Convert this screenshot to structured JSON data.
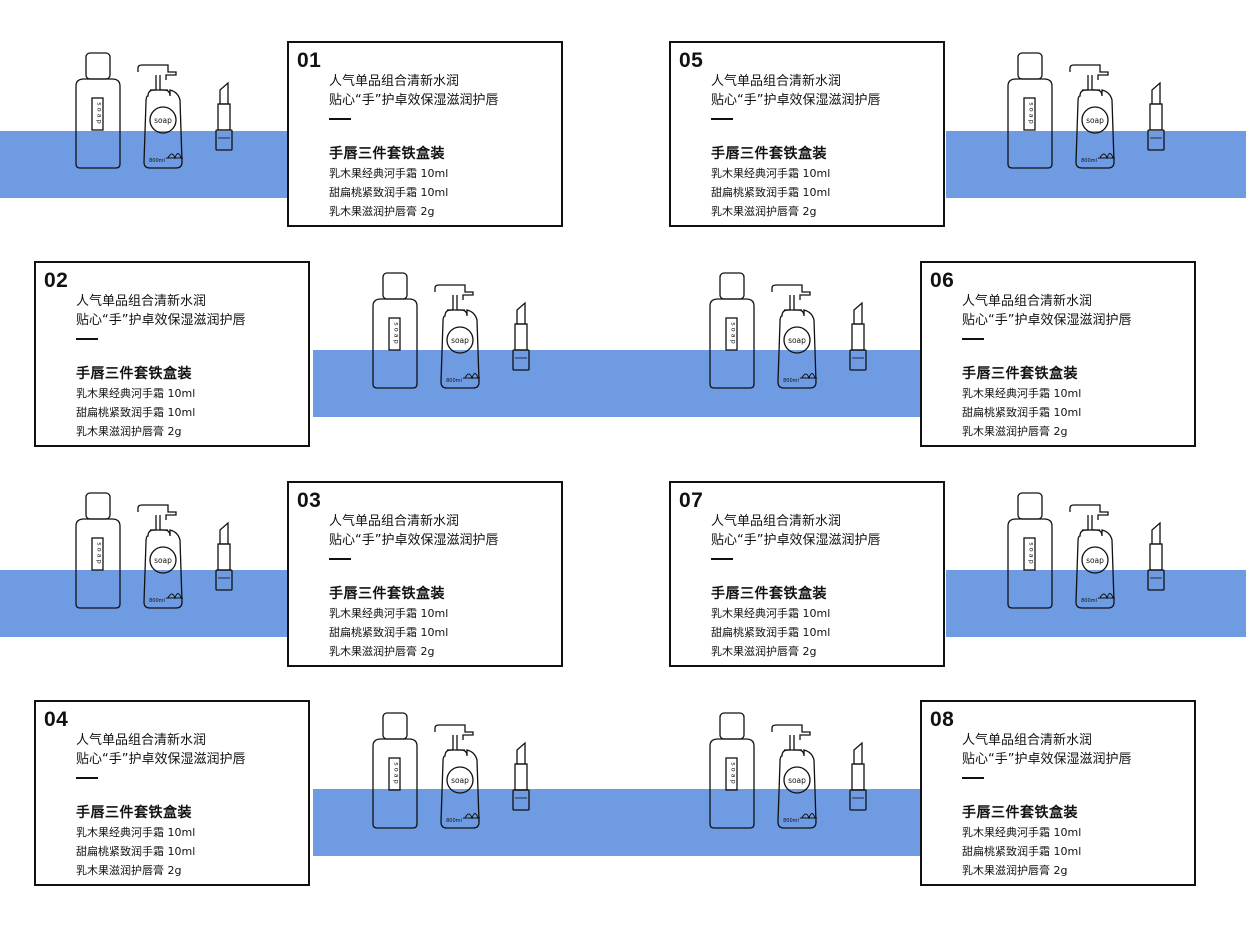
{
  "accent_color": "#6f9be2",
  "cards": [
    {
      "num": "01",
      "line1": "人气单品组合清新水润",
      "line2": "贴心“手”护卓效保湿滋润护唇",
      "separator": "——",
      "title": "手唇三件套铁盒装",
      "items": [
        "乳木果经典河手霜 10ml",
        "甜扁桃紧致润手霜 10ml",
        "乳木果滋润护唇膏 2g"
      ]
    },
    {
      "num": "02",
      "line1": "人气单品组合清新水润",
      "line2": "贴心“手”护卓效保湿滋润护唇",
      "separator": "——",
      "title": "手唇三件套铁盒装",
      "items": [
        "乳木果经典河手霜 10ml",
        "甜扁桃紧致润手霜 10ml",
        "乳木果滋润护唇膏 2g"
      ]
    },
    {
      "num": "03",
      "line1": "人气单品组合清新水润",
      "line2": "贴心“手”护卓效保湿滋润护唇",
      "separator": "——",
      "title": "手唇三件套铁盒装",
      "items": [
        "乳木果经典河手霜 10ml",
        "甜扁桃紧致润手霜 10ml",
        "乳木果滋润护唇膏 2g"
      ]
    },
    {
      "num": "04",
      "line1": "人气单品组合清新水润",
      "line2": "贴心“手”护卓效保湿滋润护唇",
      "separator": "——",
      "title": "手唇三件套铁盒装",
      "items": [
        "乳木果经典河手霜 10ml",
        "甜扁桃紧致润手霜 10ml",
        "乳木果滋润护唇膏 2g"
      ]
    },
    {
      "num": "05",
      "line1": "人气单品组合清新水润",
      "line2": "贴心“手”护卓效保湿滋润护唇",
      "separator": "——",
      "title": "手唇三件套铁盒装",
      "items": [
        "乳木果经典河手霜 10ml",
        "甜扁桃紧致润手霜 10ml",
        "乳木果滋润护唇膏 2g"
      ]
    },
    {
      "num": "06",
      "line1": "人气单品组合清新水润",
      "line2": "贴心“手”护卓效保湿滋润护唇",
      "separator": "——",
      "title": "手唇三件套铁盒装",
      "items": [
        "乳木果经典河手霜 10ml",
        "甜扁桃紧致润手霜 10ml",
        "乳木果滋润护唇膏 2g"
      ]
    },
    {
      "num": "07",
      "line1": "人气单品组合清新水润",
      "line2": "贴心“手”护卓效保湿滋润护唇",
      "separator": "——",
      "title": "手唇三件套铁盒装",
      "items": [
        "乳木果经典河手霜 10ml",
        "甜扁桃紧致润手霜 10ml",
        "乳木果滋润护唇膏 2g"
      ]
    },
    {
      "num": "08",
      "line1": "人气单品组合清新水润",
      "line2": "贴心“手”护卓效保湿滋润护唇",
      "separator": "——",
      "title": "手唇三件套铁盒装",
      "items": [
        "乳木果经典河手霜 10ml",
        "甜扁桃紧致润手霜 10ml",
        "乳木果滋润护唇膏 2g"
      ]
    }
  ],
  "product_labels": {
    "bottle": "soap",
    "pump": "soap",
    "volume": "800ml"
  }
}
